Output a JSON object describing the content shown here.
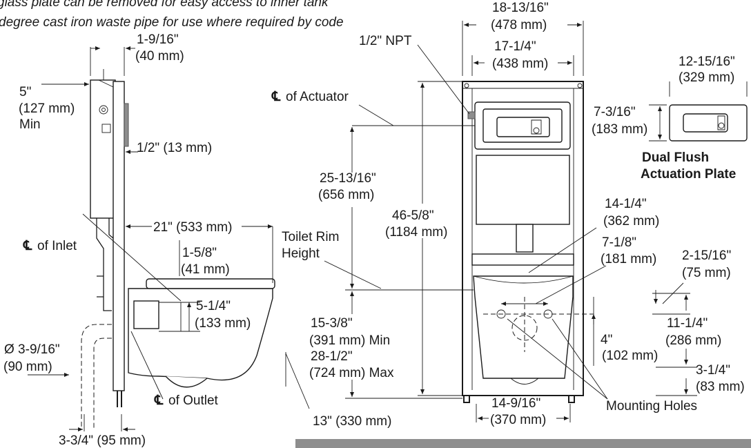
{
  "header": {
    "line1": "glass plate can be removed for easy access to inner tank",
    "line2": "degree cast iron waste pipe for use where required by code"
  },
  "side_view": {
    "dim_top_offset": [
      "1-9/16\"",
      "(40 mm)"
    ],
    "dim_min_clearance": [
      "5\"",
      "(127 mm)",
      "Min"
    ],
    "dim_plate_thickness": "1/2\" (13 mm)",
    "dim_bowl_depth": "21\" (533 mm)",
    "dim_inlet_offset": [
      "1-5/8\"",
      "(41 mm)"
    ],
    "dim_outlet_height": [
      "5-1/4\"",
      "(133 mm)"
    ],
    "dim_pipe_diameter": [
      "Ø 3-9/16\"",
      "(90 mm)"
    ],
    "dim_bottom_offset": "3-3/4\" (95 mm)",
    "dim_rim_projection": "13\" (330 mm)",
    "cl_inlet": "of Inlet",
    "cl_outlet": "of Outlet",
    "cl_symbol": "℄"
  },
  "front_view": {
    "npt": "1/2\" NPT",
    "cl_actuator": "of Actuator",
    "dim_frame_width": [
      "18-13/16\"",
      "(478 mm)"
    ],
    "dim_inner_width": [
      "17-1/4\"",
      "(438 mm)"
    ],
    "dim_actuator_height": [
      "25-13/16\"",
      "(656 mm)"
    ],
    "dim_frame_height": [
      "46-5/8\"",
      "(1184 mm)"
    ],
    "toilet_rim": [
      "Toilet Rim",
      "Height"
    ],
    "dim_rim_height": [
      "15-3/8\"",
      "(391 mm) Min",
      "28-1/2\"",
      "(724 mm) Max"
    ],
    "dim_holes_width": [
      "14-1/4\"",
      "(362 mm)"
    ],
    "dim_holes_inner": [
      "7-1/8\"",
      "(181 mm)"
    ],
    "dim_hole_offset": [
      "2-15/16\"",
      "(75 mm)"
    ],
    "dim_hole_spacing": [
      "4\"",
      "(102 mm)"
    ],
    "dim_hole_height": [
      "11-1/4\"",
      "(286 mm)"
    ],
    "dim_foot": [
      "3-1/4\"",
      "(83 mm)"
    ],
    "dim_feet_width": [
      "14-9/16\"",
      "(370 mm)"
    ],
    "mounting_holes": "Mounting Holes"
  },
  "actuation_plate": {
    "dim_width": [
      "12-15/16\"",
      "(329 mm)"
    ],
    "dim_height": [
      "7-3/16\"",
      "(183 mm)"
    ],
    "title": [
      "Dual Flush",
      "Actuation Plate"
    ]
  }
}
